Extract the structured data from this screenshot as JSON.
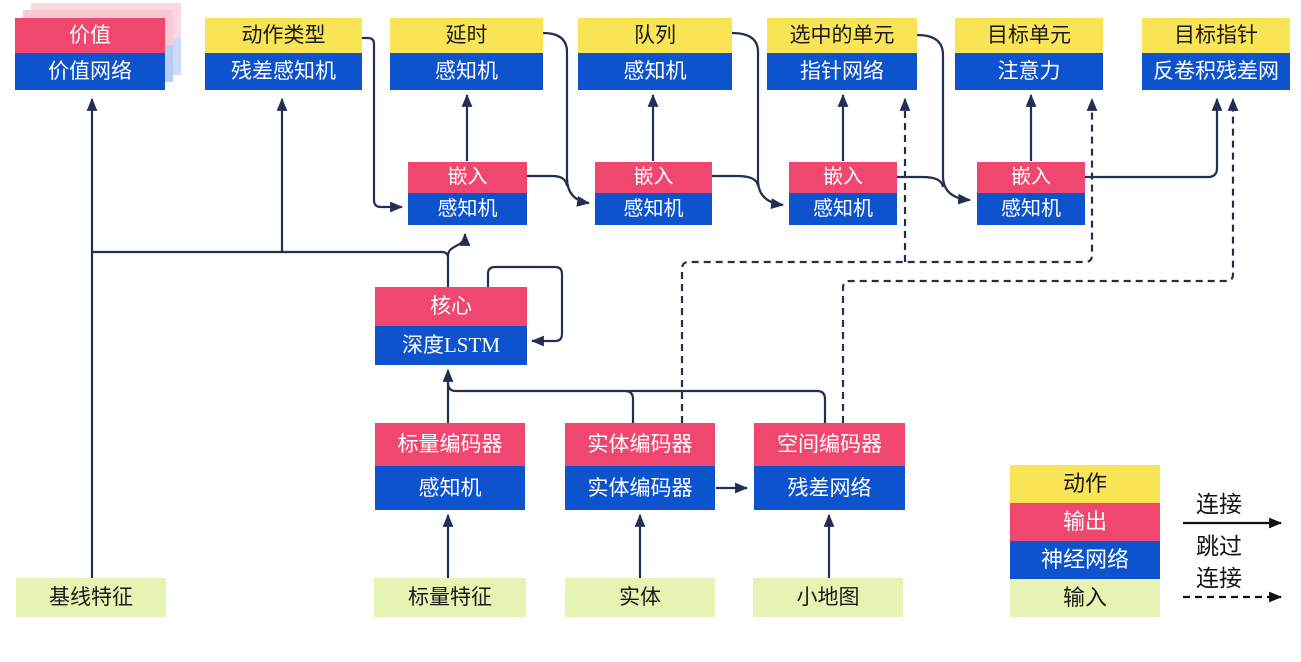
{
  "colors": {
    "action_yellow": "#f8e455",
    "output_pink": "#ef476f",
    "network_blue": "#0d53cd",
    "input_green": "#e5f4b3",
    "wire_navy": "#242e52"
  },
  "heads": [
    {
      "action": "价值",
      "network": "价值网络"
    },
    {
      "action": "动作类型",
      "network": "残差感知机"
    },
    {
      "action": "延时",
      "network": "感知机"
    },
    {
      "action": "队列",
      "network": "感知机"
    },
    {
      "action": "选中的单元",
      "network": "指针网络"
    },
    {
      "action": "目标单元",
      "network": "注意力"
    },
    {
      "action": "目标指针",
      "network": "反卷积残差网"
    }
  ],
  "embeds": [
    {
      "output": "嵌入",
      "network": "感知机"
    },
    {
      "output": "嵌入",
      "network": "感知机"
    },
    {
      "output": "嵌入",
      "network": "感知机"
    },
    {
      "output": "嵌入",
      "network": "感知机"
    }
  ],
  "core": {
    "output": "核心",
    "network": "深度LSTM"
  },
  "encoders": [
    {
      "output": "标量编码器",
      "network": "感知机"
    },
    {
      "output": "实体编码器",
      "network": "实体编码器"
    },
    {
      "output": "空间编码器",
      "network": "残差网络"
    }
  ],
  "inputs": [
    {
      "label": "基线特征"
    },
    {
      "label": "标量特征"
    },
    {
      "label": "实体"
    },
    {
      "label": "小地图"
    }
  ],
  "legend": {
    "rows": [
      {
        "label": "动作"
      },
      {
        "label": "输出"
      },
      {
        "label": "神经网络"
      },
      {
        "label": "输入"
      }
    ],
    "connection": "连接",
    "skip_line1": "跳过",
    "skip_line2": "连接"
  }
}
